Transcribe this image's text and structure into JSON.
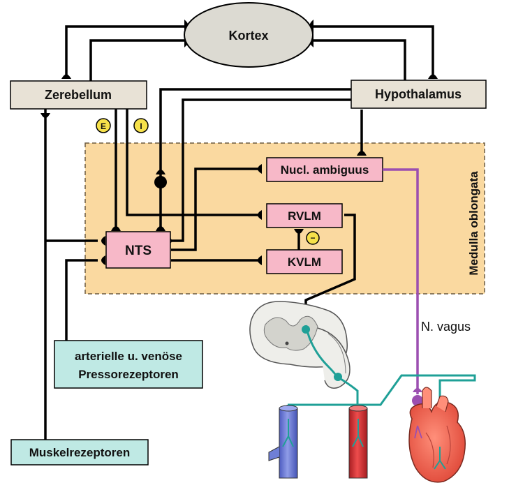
{
  "nodes": {
    "kortex": "Kortex",
    "zerebellum": "Zerebellum",
    "hypothalamus": "Hypothalamus",
    "nucl_ambiguus": "Nucl. ambiguus",
    "rvlm": "RVLM",
    "kvlm": "KVLM",
    "nts": "NTS",
    "pressorezeptoren_line1": "arterielle u. venöse",
    "pressorezeptoren_line2": "Pressorezeptoren",
    "muskelrezeptoren": "Muskelrezeptoren"
  },
  "region_label": "Medulla oblongata",
  "nerve_label": "N. vagus",
  "signs": {
    "excitatory": "E",
    "inhibitory": "I",
    "minus": "−"
  },
  "colors": {
    "medulla_fill": "#fad9a0",
    "node_gray": "#e8e2d6",
    "node_pink": "#f7b8c8",
    "node_cyan": "#bfe9e4",
    "kortex_fill": "#dcdad2",
    "vagus_line": "#9b4fb0",
    "sympathetic_line": "#1fa097",
    "sign_badge": "#f6e14a",
    "vein": "#6f7fd6",
    "artery": "#d9383a",
    "heart": "#f26d5b"
  }
}
